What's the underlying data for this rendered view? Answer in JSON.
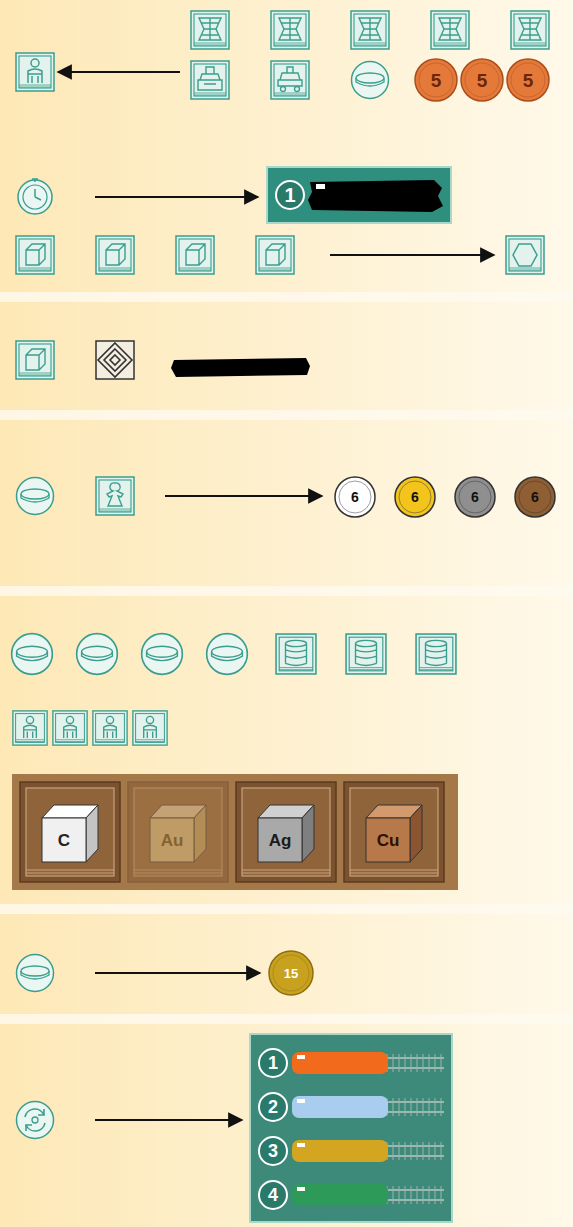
{
  "diagram": {
    "nodes": [
      {
        "text": [
          "5"
        ]
      },
      {
        "text": [
          "5"
        ]
      },
      {
        "text": [
          "5"
        ]
      },
      {
        "text": [
          "1"
        ]
      },
      {
        "text": [
          "6"
        ]
      },
      {
        "text": [
          "6"
        ]
      },
      {
        "text": [
          "6"
        ]
      },
      {
        "text": [
          "6"
        ]
      },
      {
        "text": [
          "C"
        ]
      },
      {
        "text": [
          "Au"
        ]
      },
      {
        "text": [
          "Ag"
        ]
      },
      {
        "text": [
          "Cu"
        ]
      },
      {
        "text": [
          "15"
        ]
      },
      {
        "text": [
          "1"
        ]
      },
      {
        "text": [
          "2"
        ]
      },
      {
        "text": [
          "3"
        ]
      },
      {
        "text": [
          "4"
        ]
      }
    ]
  }
}
